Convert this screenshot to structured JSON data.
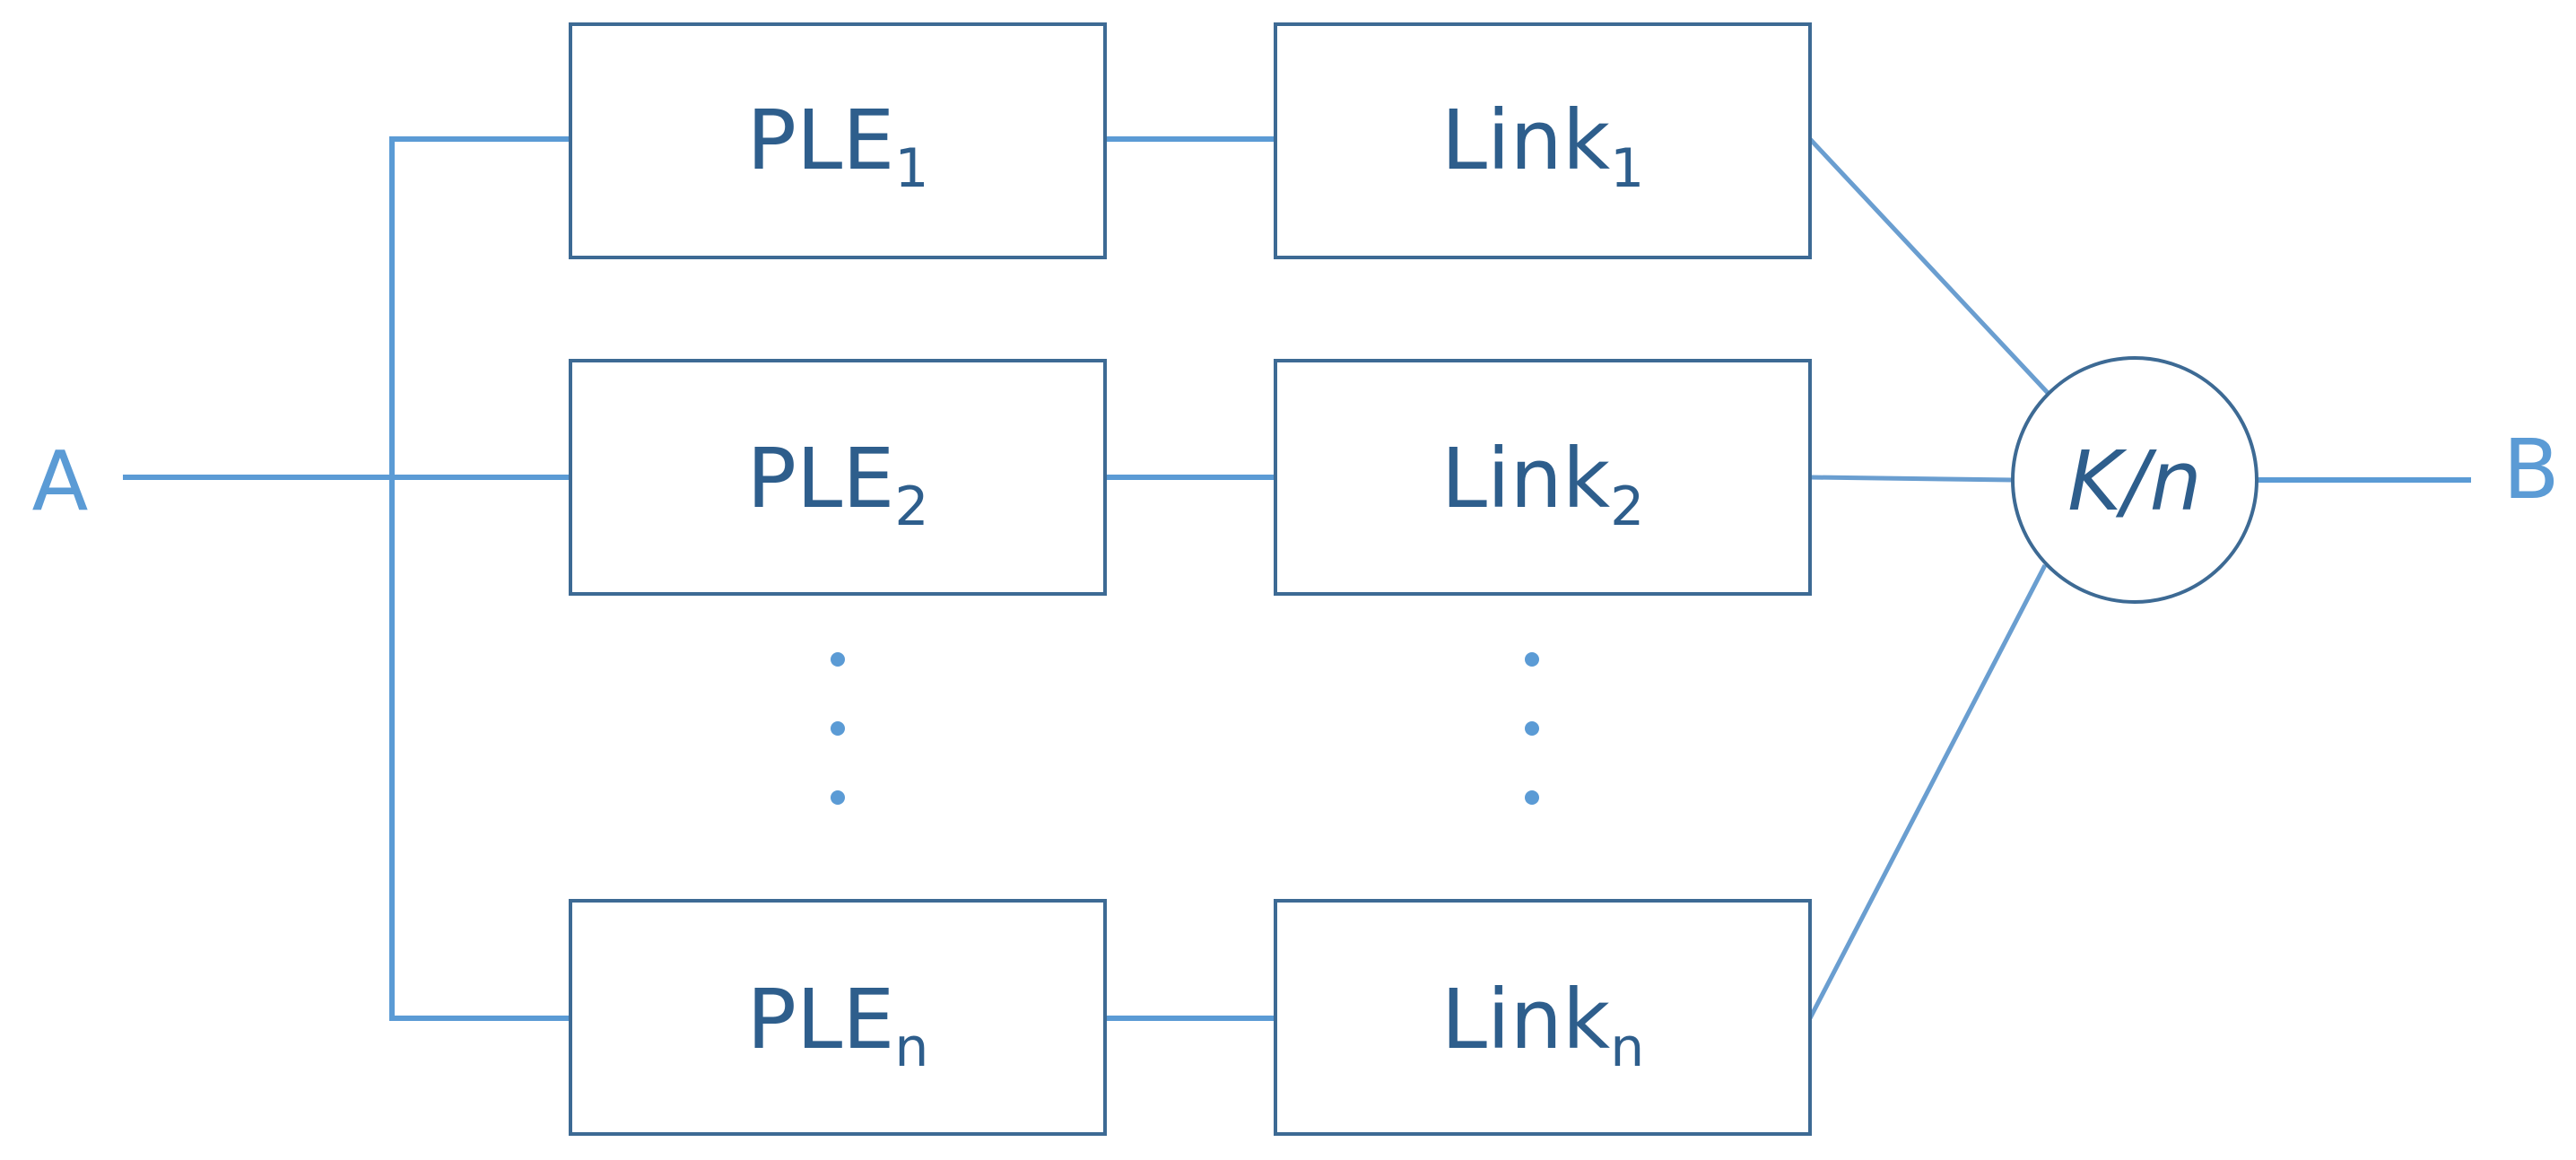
{
  "terminals": {
    "start": "A",
    "end": "B"
  },
  "ple_boxes": [
    {
      "base": "PLE",
      "sub": "1"
    },
    {
      "base": "PLE",
      "sub": "2"
    },
    {
      "base": "PLE",
      "sub": "n"
    }
  ],
  "link_boxes": [
    {
      "base": "Link",
      "sub": "1"
    },
    {
      "base": "Link",
      "sub": "2"
    },
    {
      "base": "Link",
      "sub": "n"
    }
  ],
  "voter": {
    "label": "K/n"
  },
  "colors": {
    "wire": "#5b9bd5",
    "box_stroke": "#3d6a94",
    "text": "#2e5e8c"
  }
}
